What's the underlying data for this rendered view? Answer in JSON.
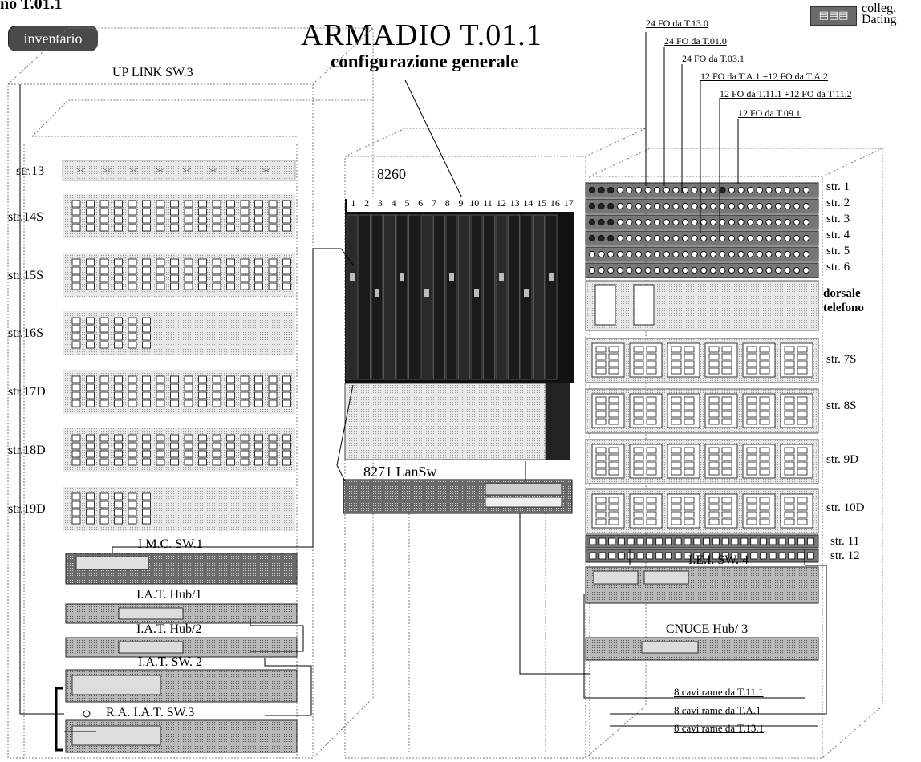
{
  "page_id": "no T.01.1",
  "title": "ARMADIO T.01.1",
  "subtitle": "configurazione generale",
  "buttons": {
    "inventario": "inventario",
    "dating": "colleg.",
    "legend_line1": "colleg.",
    "legend_line2": "Dating"
  },
  "left_rack": {
    "uplink": "UP LINK SW.3",
    "strips": [
      {
        "label": "str.13",
        "ports": 0
      },
      {
        "label": "str.14S",
        "ports": 16
      },
      {
        "label": "str.15S",
        "ports": 16
      },
      {
        "label": "str.16S",
        "ports": 6
      },
      {
        "label": "str.17D",
        "ports": 16
      },
      {
        "label": "str.18D",
        "ports": 16
      },
      {
        "label": "str.19D",
        "ports": 6
      }
    ],
    "devices": [
      "I.M.C. SW.1",
      "I.A.T. Hub/1",
      "I.A.T. Hub/2",
      "I.A.T. SW. 2",
      "R.A. I.A.T. SW.3"
    ]
  },
  "middle_rack": {
    "chassis": "8260",
    "slots": [
      "1",
      "2",
      "3",
      "4",
      "5",
      "6",
      "7",
      "8",
      "9",
      "10",
      "11",
      "12",
      "13",
      "14",
      "15",
      "16",
      "17"
    ],
    "lansw": "8271 LanSw"
  },
  "right_rack": {
    "fibers": [
      "24 FO da T.13.0",
      "24 FO da T.01.0",
      "24 FO da T.03.1",
      "12 FO da T.A.1 +12 FO da T.A.2",
      "12 FO da T.11.1 +12 FO da T.11.2",
      "12 FO da T.09.1"
    ],
    "strips": [
      "str. 1",
      "str. 2",
      "str. 3",
      "str. 4",
      "str. 5",
      "str. 6"
    ],
    "dorsale": [
      "dorsale",
      "telefono"
    ],
    "panels": [
      "str. 7S",
      "str. 8S",
      "str. 9D",
      "str. 10D"
    ],
    "lower_strips": [
      "str. 11",
      "str. 12"
    ],
    "devices": [
      "I.E.I. SW. 4",
      "CNUCE Hub/ 3"
    ],
    "copper": [
      "8 cavi rame da T.11.1",
      "8 cavi rame da T.A.1",
      "8 cavi rame da T.13.1"
    ]
  }
}
